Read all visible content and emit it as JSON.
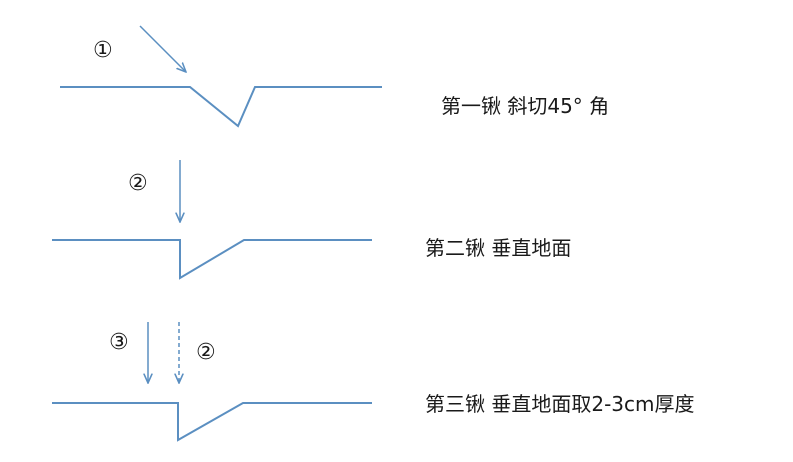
{
  "steps": [
    {
      "number": "①",
      "label": "第一锹 斜切45° 角"
    },
    {
      "number": "②",
      "label": "第二锹 垂直地面"
    },
    {
      "number": "③",
      "label": "第三锹 垂直地面取2-3cm厚度",
      "secondary_number": "②"
    }
  ],
  "colors": {
    "line": "#5b8fc1",
    "text": "#1a1a1a"
  }
}
